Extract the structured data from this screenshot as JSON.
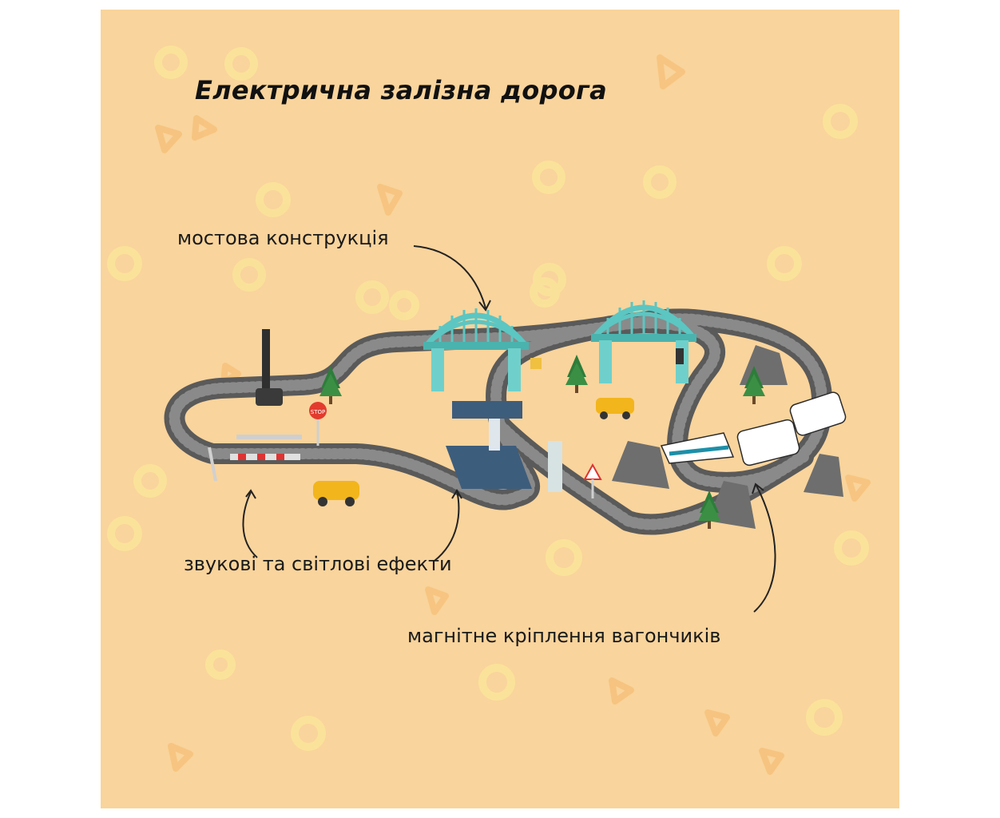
{
  "title": "Електрична залізна дорога",
  "callouts": {
    "bridge": "мостова конструкція",
    "effects": "звукові та світлові ефекти",
    "magnetic": "магнітне кріплення вагончиків"
  },
  "sign_text": {
    "stop": "STOP"
  },
  "colors": {
    "background": "#f9d49c",
    "decoration": "#fbe49a",
    "track": "#6b6b6b",
    "bridge": "#5cc6c2",
    "station": "#3d5d7c",
    "train_accent": "#1d8fa8"
  }
}
